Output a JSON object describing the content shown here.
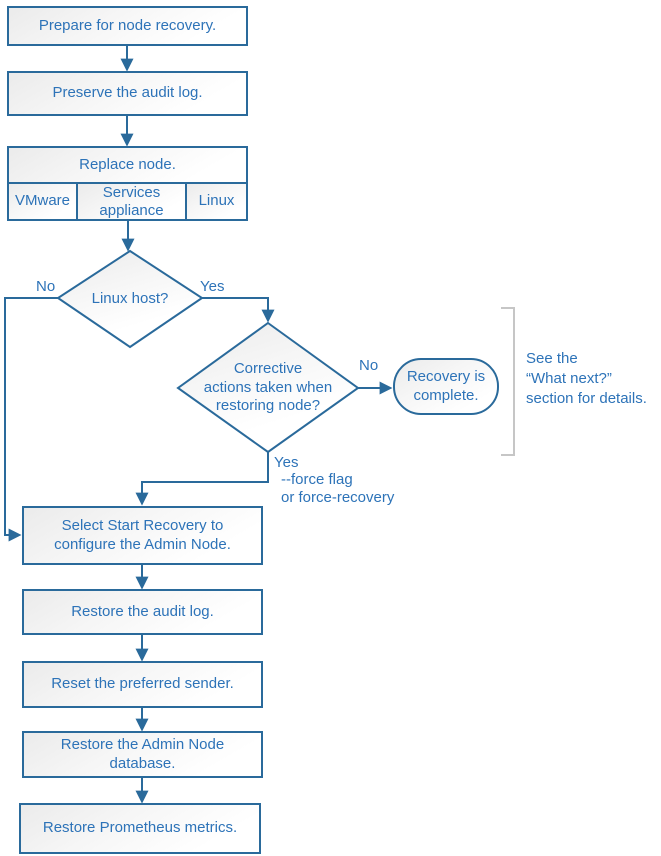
{
  "colors": {
    "line": "#2a6a9b",
    "text": "#2d73b8",
    "fill_top": "#ebebeb",
    "fill_bottom": "#ffffff",
    "bracket": "#c6c6c6",
    "background": "#ffffff"
  },
  "flowchart": {
    "steps": {
      "prepare": "Prepare for node recovery.",
      "preserve_audit_log": "Preserve the audit log.",
      "replace_node": "Replace node.",
      "select_start_recovery": "Select Start Recovery to\nconfigure the Admin Node.",
      "restore_audit_log": "Restore the audit log.",
      "reset_preferred_sender": "Reset the preferred sender.",
      "restore_admin_node_database": "Restore the Admin Node\ndatabase.",
      "restore_prometheus_metrics": "Restore Prometheus metrics."
    },
    "platforms": [
      "VMware",
      "Services\nappliance",
      "Linux"
    ],
    "decisions": {
      "linux_host": "Linux host?",
      "corrective_actions": "Corrective\nactions taken when\nrestoring node?"
    },
    "terminator": "Recovery is\ncomplete.",
    "branch_labels": {
      "linux_host_no": "No",
      "linux_host_yes": "Yes",
      "corrective_no": "No",
      "corrective_yes": "Yes",
      "force_flag_note": "--force flag\nor force-recovery"
    },
    "side_note": "See the\n“What next?”\nsection for details."
  }
}
